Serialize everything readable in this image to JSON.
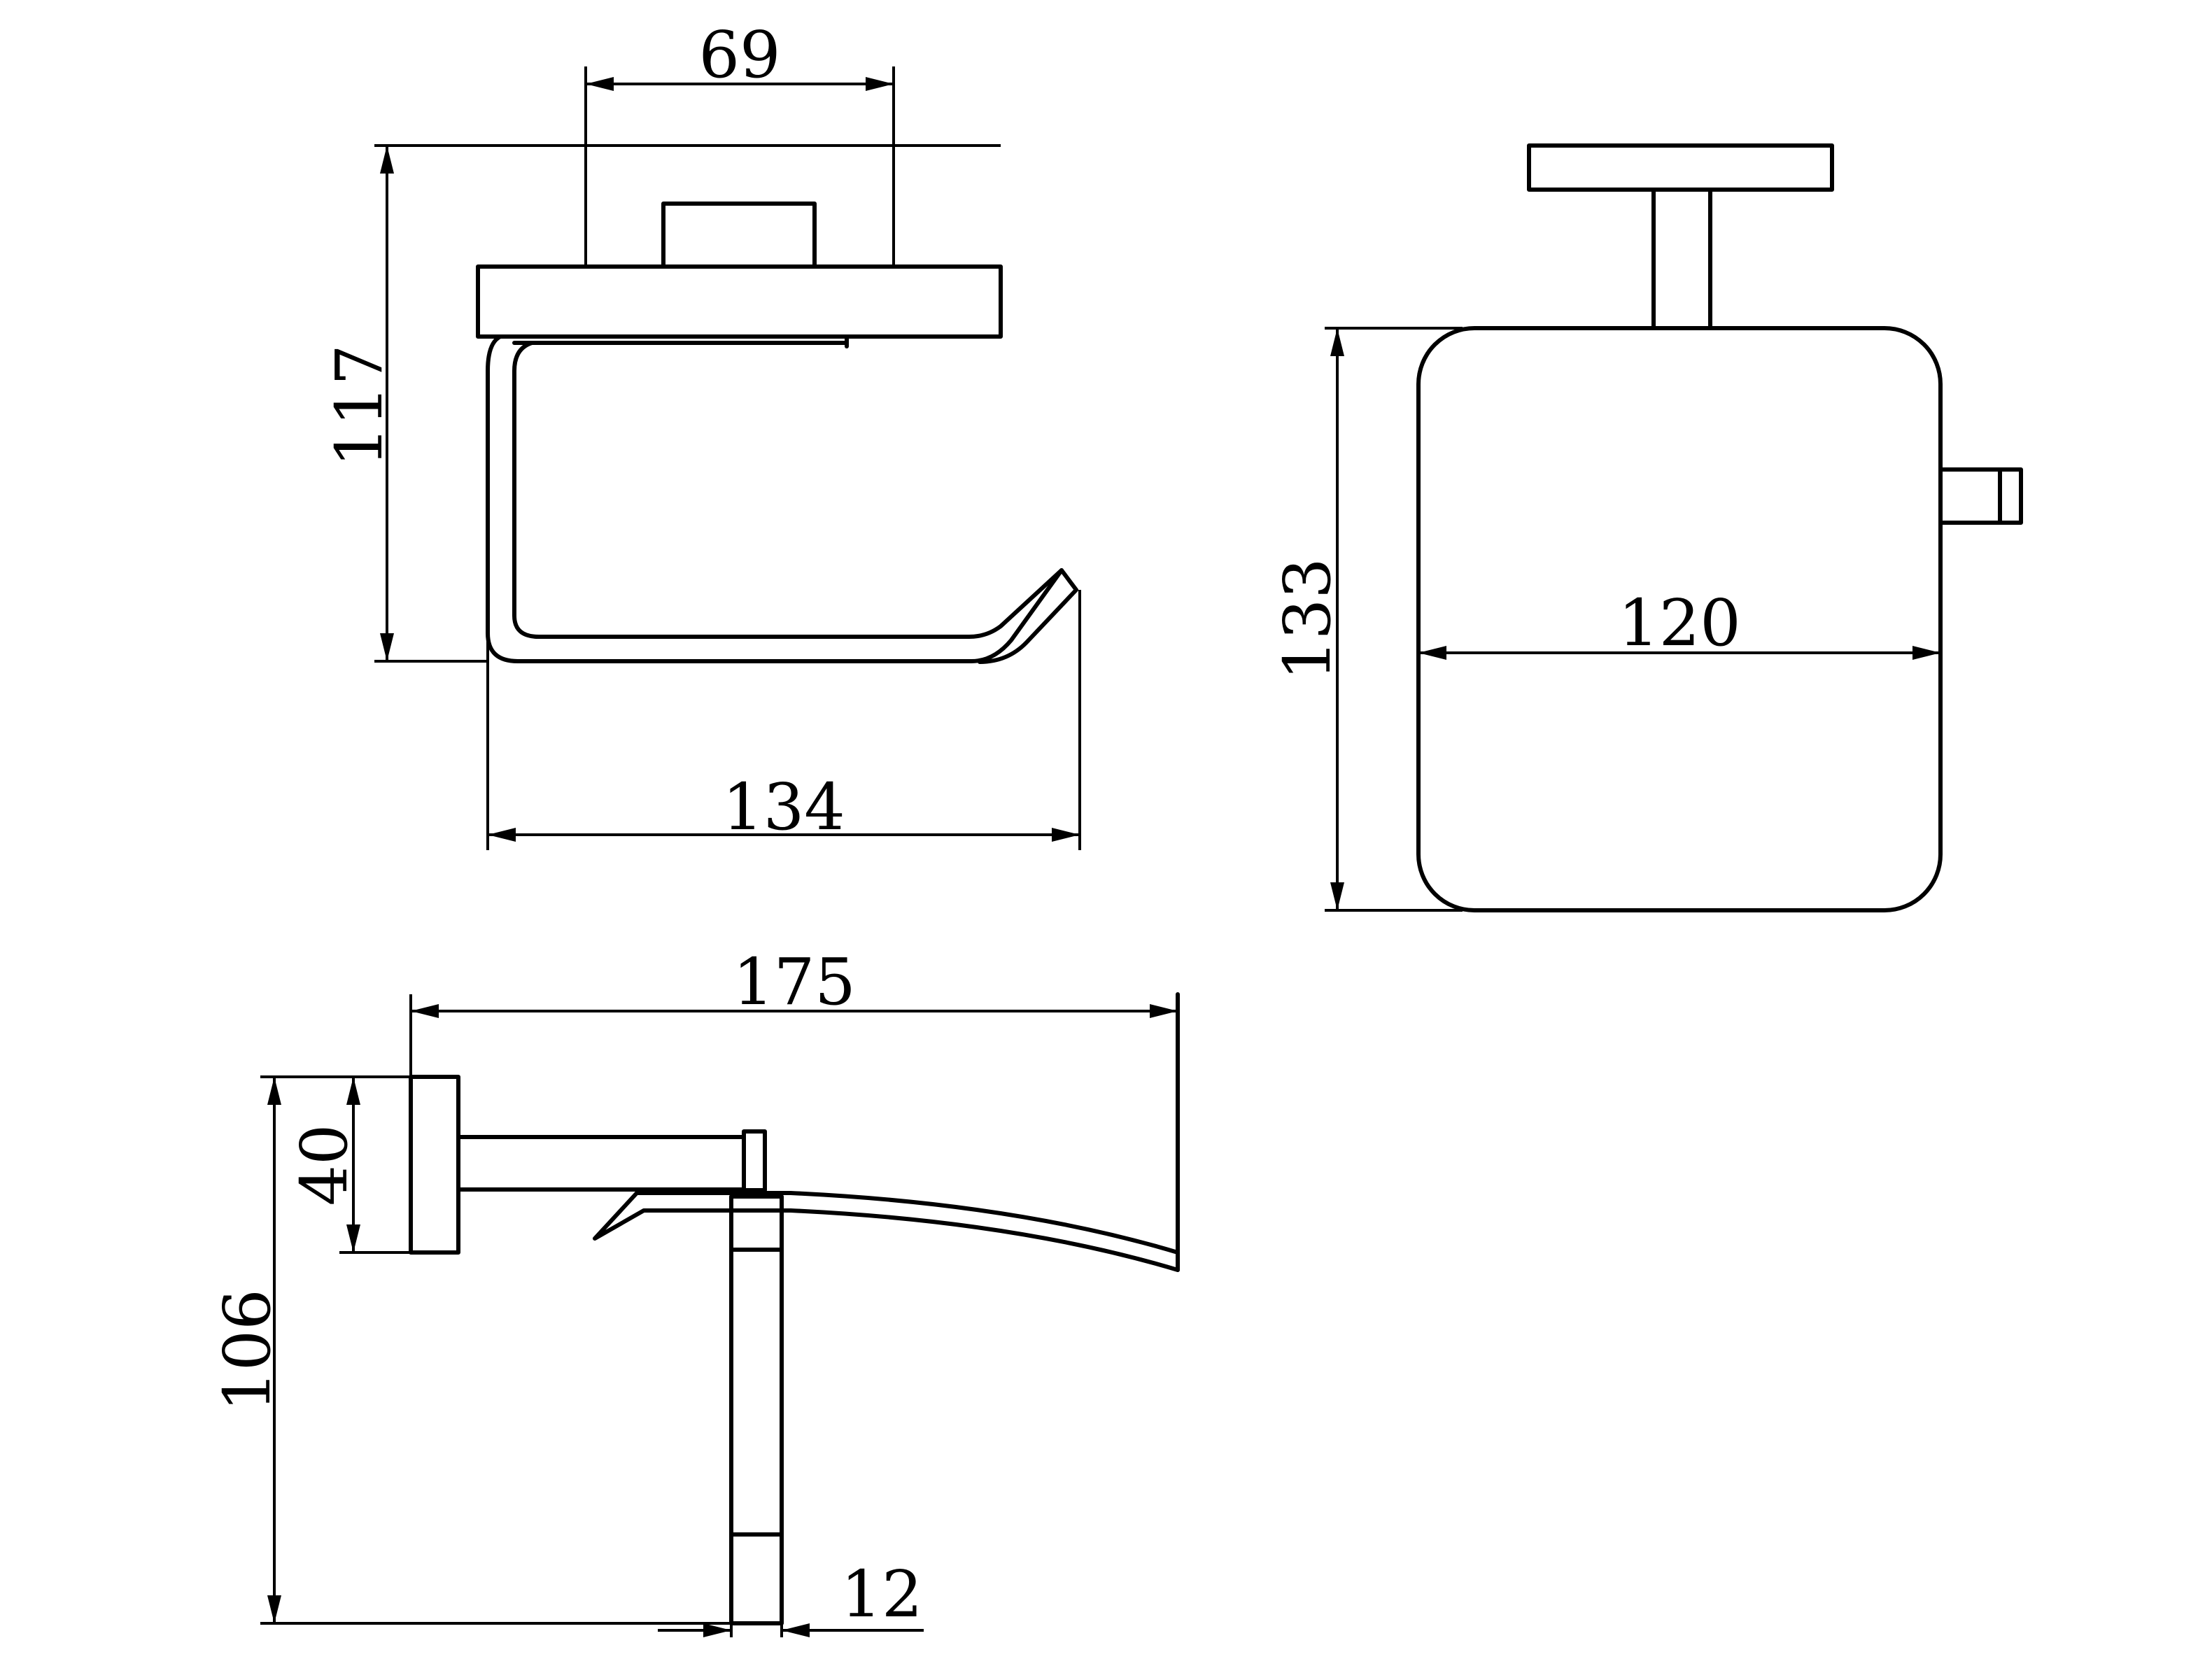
{
  "colors": {
    "line": "#000000",
    "background": "#ffffff"
  },
  "views": {
    "front": {
      "dim_top_width": "69",
      "dim_height": "117",
      "dim_bottom_width": "134"
    },
    "side": {
      "dim_height": "133",
      "dim_width": "120"
    },
    "top": {
      "dim_depth": "175",
      "dim_plate_height": "40",
      "dim_total_height": "106",
      "dim_thickness": "12"
    }
  }
}
